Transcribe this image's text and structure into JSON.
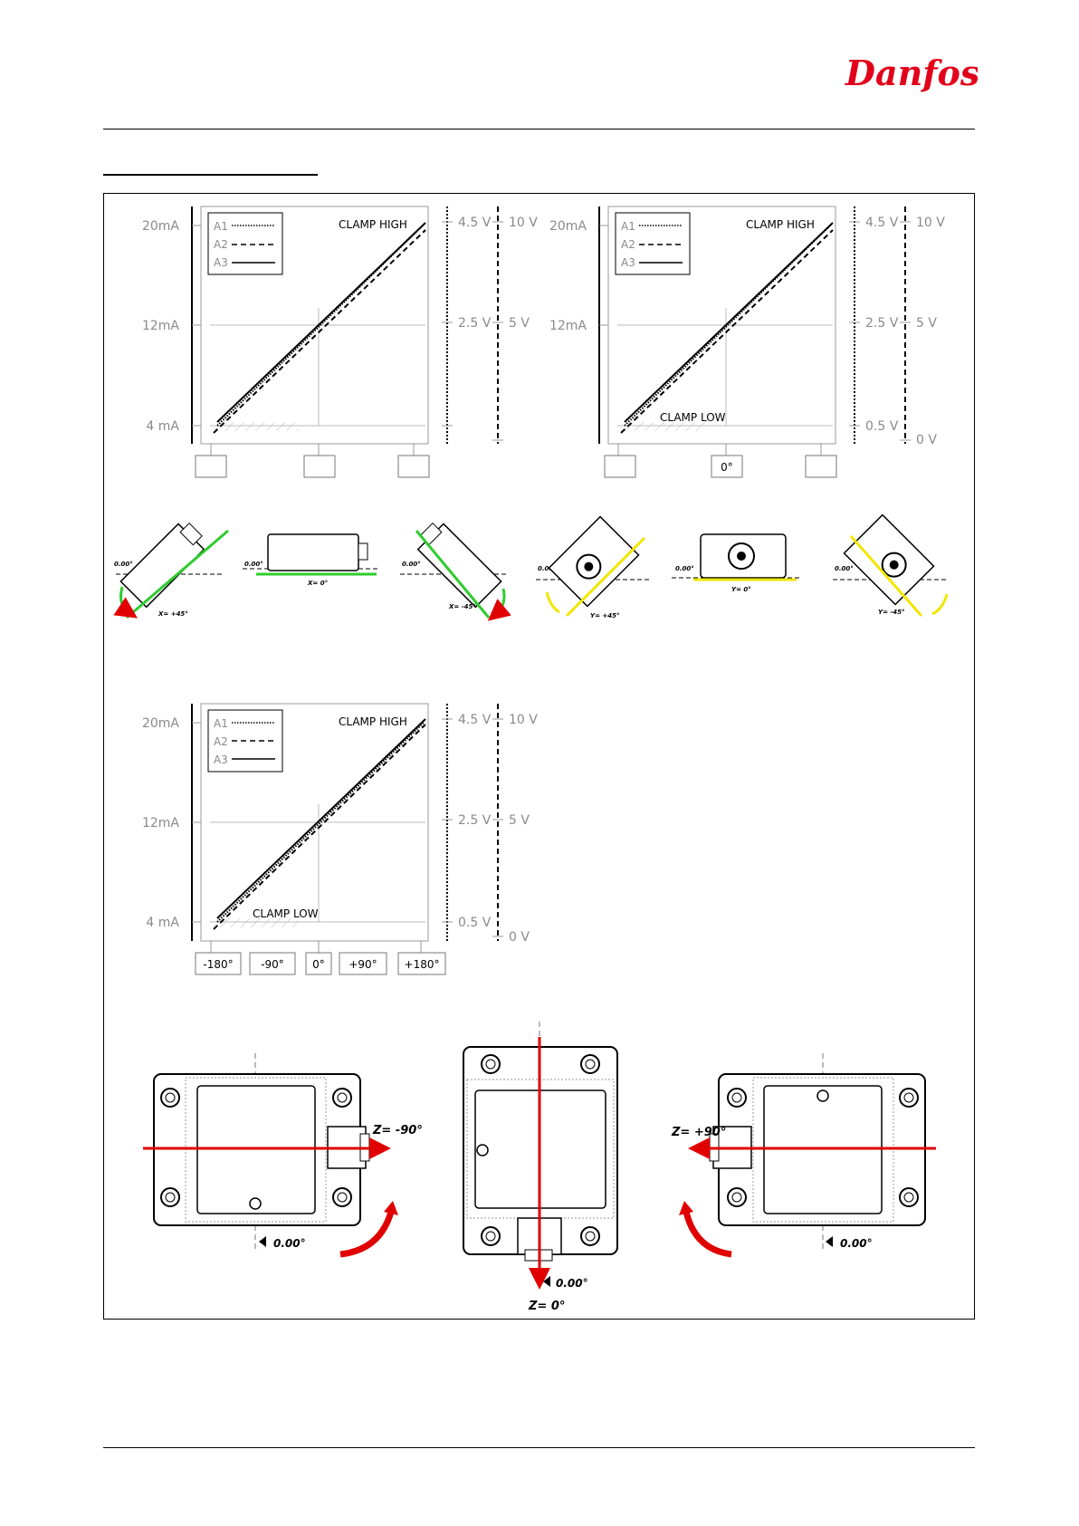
{
  "header": {
    "logo_text": "Danfoss"
  },
  "charts": [
    {
      "id": "chart-x",
      "legend": [
        "A1",
        "A2",
        "A3"
      ],
      "current_ticks": [
        "20mA",
        "12mA",
        "4 mA"
      ],
      "voltage_ticks_a": [
        "4.5 V",
        "2.5 V"
      ],
      "voltage_ticks_b": [
        "10 V",
        "5 V"
      ],
      "clamp_high": "CLAMP HIGH",
      "clamp_low": "",
      "angle_labels": [
        "",
        "",
        ""
      ]
    },
    {
      "id": "chart-y",
      "legend": [
        "A1",
        "A2",
        "A3"
      ],
      "current_ticks": [
        "20mA",
        "12mA"
      ],
      "voltage_ticks_a": [
        "4.5 V",
        "2.5 V",
        "0.5 V"
      ],
      "voltage_ticks_b": [
        "10 V",
        "5 V",
        "0 V"
      ],
      "clamp_high": "CLAMP HIGH",
      "clamp_low": "CLAMP LOW",
      "angle_labels": [
        "",
        "0°",
        ""
      ]
    },
    {
      "id": "chart-z",
      "legend": [
        "A1",
        "A2",
        "A3"
      ],
      "current_ticks": [
        "20mA",
        "12mA",
        "4 mA"
      ],
      "voltage_ticks_a": [
        "4.5 V",
        "2.5 V",
        "0.5 V"
      ],
      "voltage_ticks_b": [
        "10 V",
        "5 V",
        "0 V"
      ],
      "clamp_high": "CLAMP HIGH",
      "clamp_low": "CLAMP LOW",
      "angle_labels": [
        "-180°",
        "-90°",
        "0°",
        "+90°",
        "+180°"
      ]
    }
  ],
  "tilt_figures": {
    "x": [
      "X= +45°",
      "X= 0°",
      "X= -45°"
    ],
    "y": [
      "Y= +45°",
      "Y= 0°",
      "Y= -45°"
    ],
    "ref": "0.00°"
  },
  "rotation_figures": {
    "left_label": "Z= -90°",
    "center_label": "Z= 0°",
    "right_label": "Z= +90°",
    "ref": "0.00°"
  },
  "colors": {
    "brand": "#e2001a",
    "green": "#2ecc2e",
    "yellow": "#f2e600",
    "arrow_red": "#e00000"
  }
}
